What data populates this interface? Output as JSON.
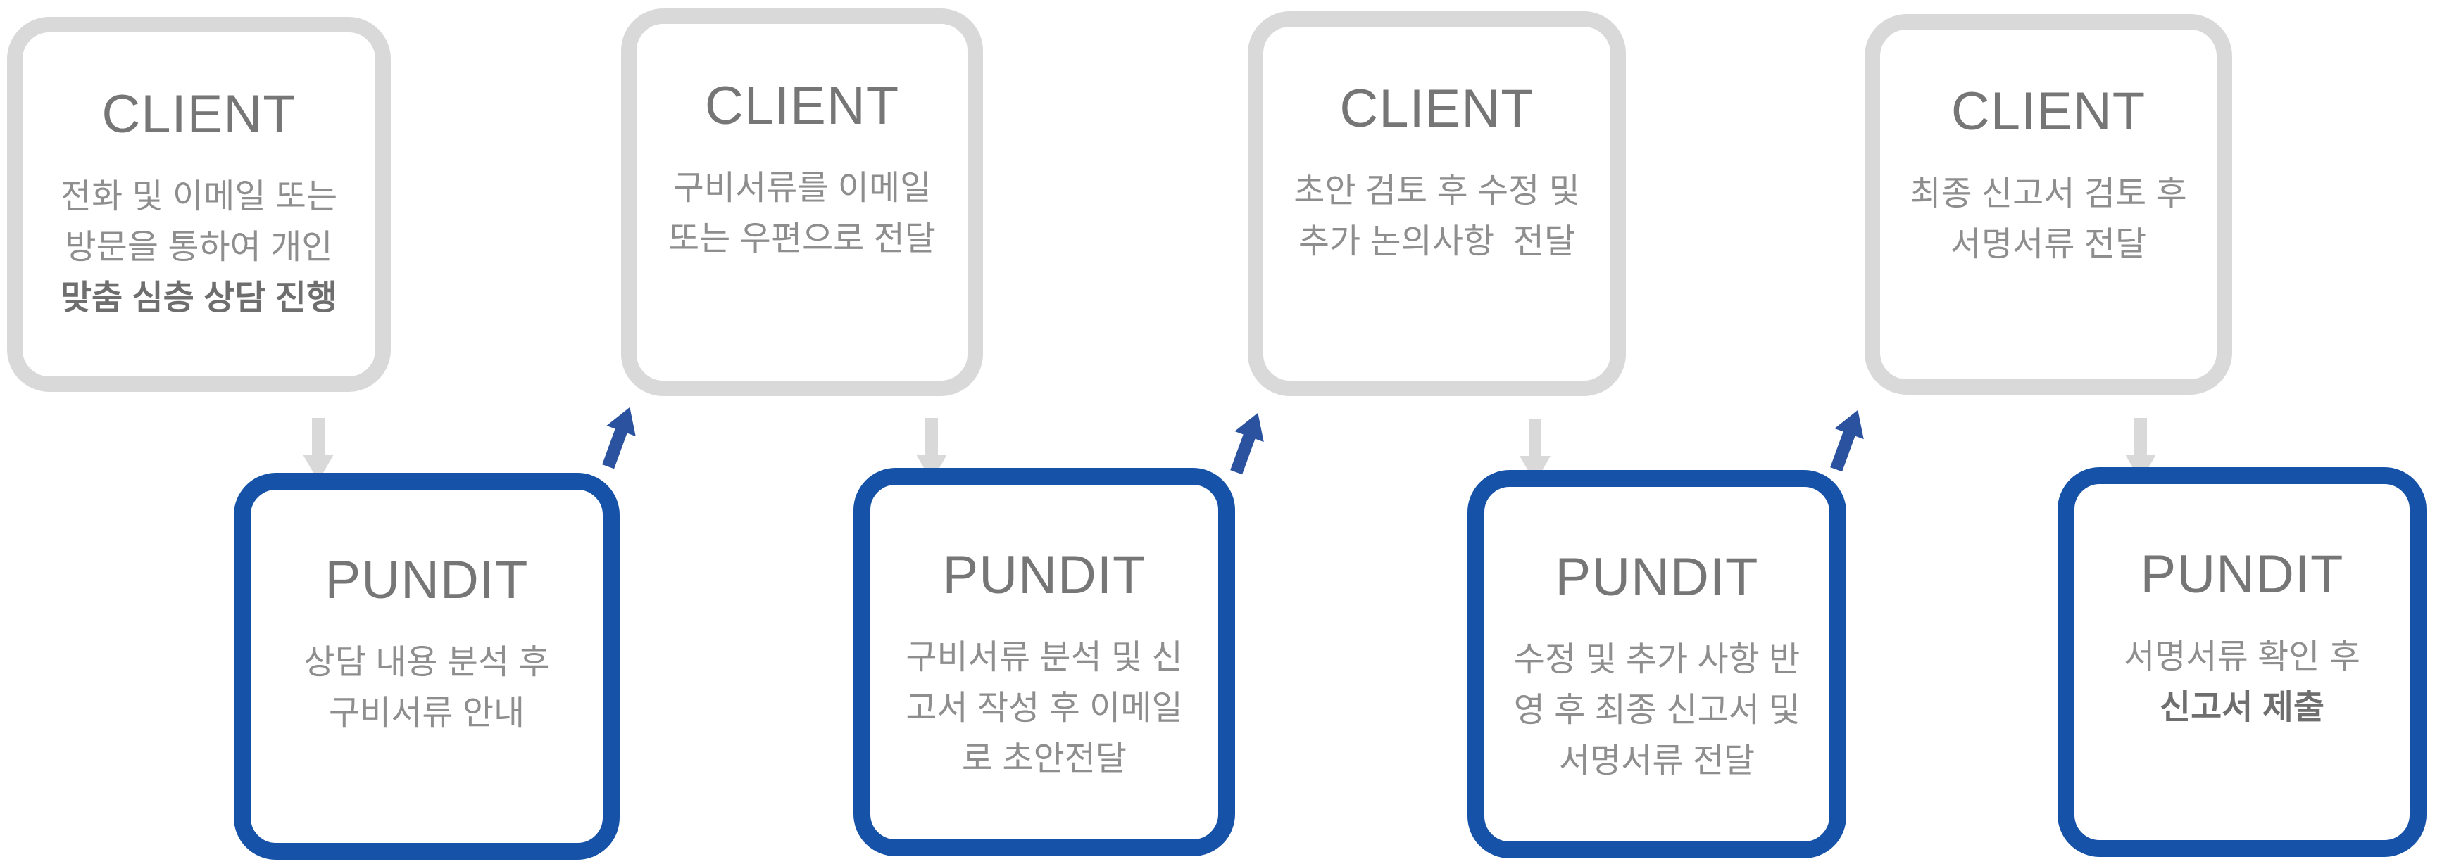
{
  "colors": {
    "client_border": "#d9d9d9",
    "pundit_border": "#1552a8",
    "down_arrow": "#d9d9d9",
    "up_arrow": "#2b529f",
    "title_text": "#767676",
    "body_text": "#8e8e8e",
    "body_bold_text": "#6e6e6e"
  },
  "stages": [
    {
      "client": {
        "title": "CLIENT",
        "lines": [
          {
            "text": "전화 및 이메일 또는",
            "bold": false
          },
          {
            "text": "방문을 통하여 개인",
            "bold": false
          },
          {
            "text": "맞춤 심층 상담 진행",
            "bold": true
          }
        ]
      },
      "pundit": {
        "title": "PUNDIT",
        "lines": [
          {
            "text": "상담 내용 분석 후",
            "bold": false
          },
          {
            "text": "구비서류 안내",
            "bold": false
          }
        ]
      }
    },
    {
      "client": {
        "title": "CLIENT",
        "lines": [
          {
            "text": "구비서류를 이메일",
            "bold": false
          },
          {
            "text": "또는 우편으로 전달",
            "bold": false
          }
        ]
      },
      "pundit": {
        "title": "PUNDIT",
        "lines": [
          {
            "text": "구비서류 분석 및 신",
            "bold": false
          },
          {
            "text": "고서 작성 후 이메일",
            "bold": false
          },
          {
            "text": "로 초안전달",
            "bold": false
          }
        ]
      }
    },
    {
      "client": {
        "title": "CLIENT",
        "lines": [
          {
            "text": "초안 검토 후 수정 및",
            "bold": false
          },
          {
            "text": "추가 논의사항  전달",
            "bold": false
          }
        ]
      },
      "pundit": {
        "title": "PUNDIT",
        "lines": [
          {
            "text": "수정 및 추가 사항 반",
            "bold": false
          },
          {
            "text": "영 후 최종 신고서 및",
            "bold": false
          },
          {
            "text": "서명서류 전달",
            "bold": false
          }
        ]
      }
    },
    {
      "client": {
        "title": "CLIENT",
        "lines": [
          {
            "text": "최종 신고서 검토 후",
            "bold": false
          },
          {
            "text": "서명서류 전달",
            "bold": false
          }
        ]
      },
      "pundit": {
        "title": "PUNDIT",
        "lines": [
          {
            "text": "서명서류 확인 후",
            "bold": false
          },
          {
            "text": "신고서 제출",
            "bold": true
          }
        ]
      }
    }
  ]
}
